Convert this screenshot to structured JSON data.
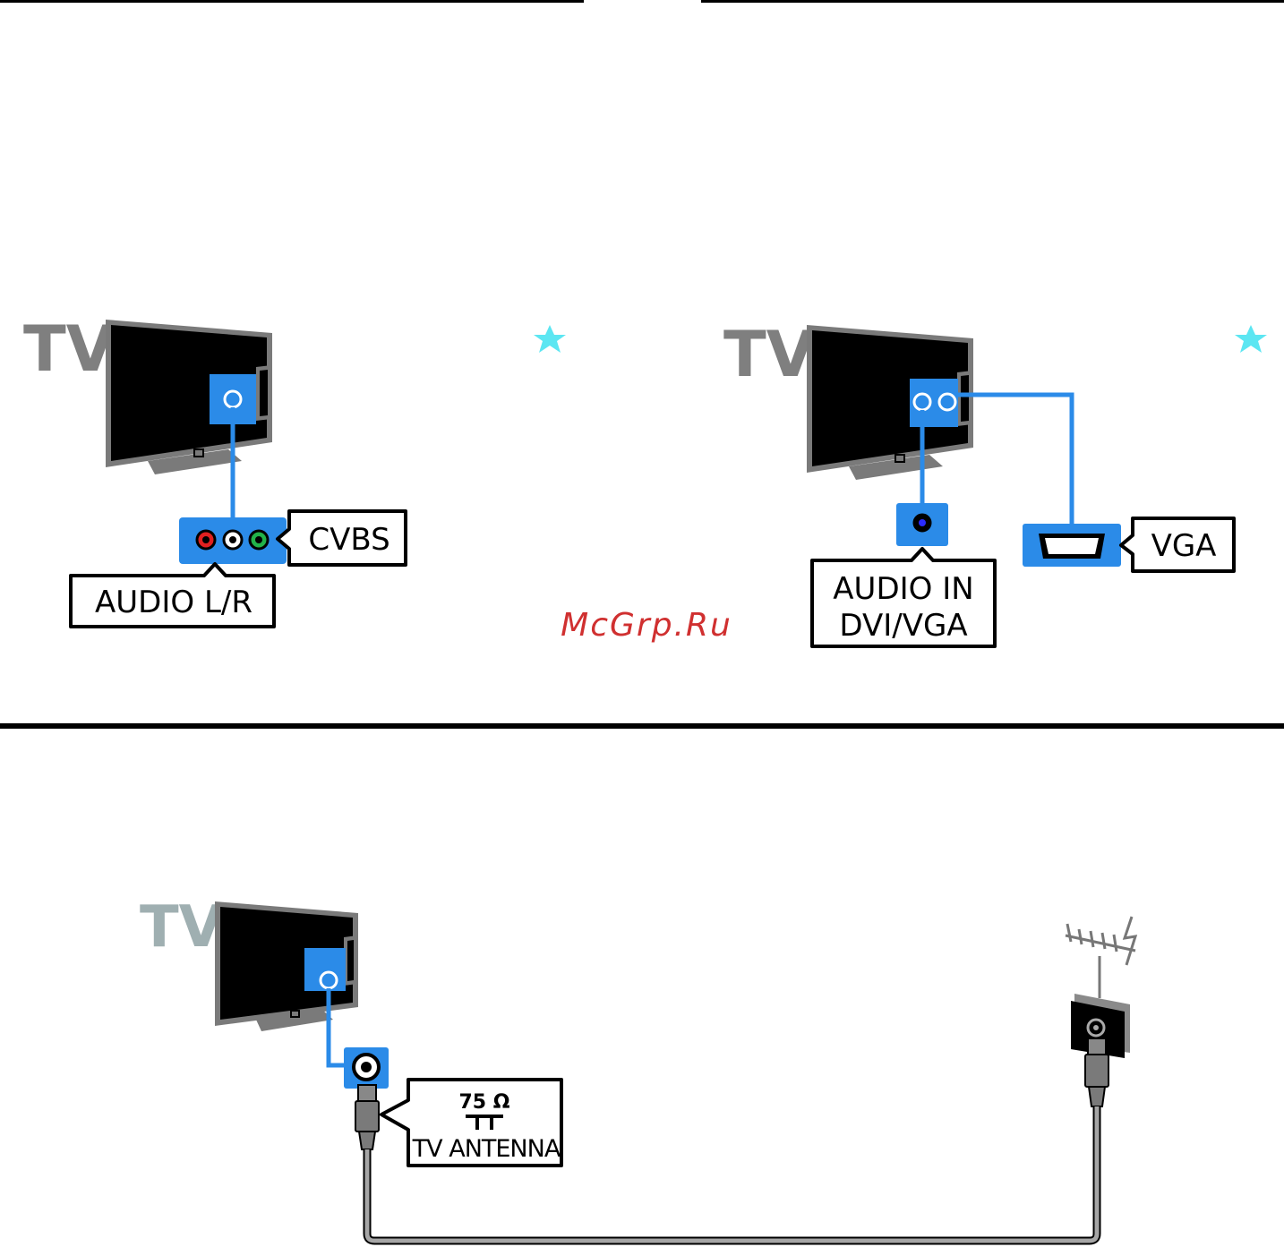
{
  "panel_cvbs": {
    "tv_label": "TV",
    "connector_label": "CVBS",
    "audio_label": "AUDIO L/R"
  },
  "panel_vga": {
    "tv_label": "TV",
    "audio_label_line1": "AUDIO IN",
    "audio_label_line2": "DVI/VGA",
    "connector_label": "VGA"
  },
  "panel_antenna": {
    "tv_label": "TV",
    "impedance": "75 Ω",
    "connector_label": "TV ANTENNA"
  },
  "watermark": "McGrp.Ru",
  "colors": {
    "tv_label_top": "#7f7f7f",
    "tv_label_bottom": "#9fafb1",
    "port_blue": "#2b8be8",
    "cable_blue": "#2b8be8",
    "star": "#5ce6f2",
    "audio_red": "#e02020",
    "audio_white": "#ffffff",
    "audio_green": "#22b24a",
    "cable_gray": "#a6a6a6",
    "watermark": "#d03030"
  },
  "icons": {
    "star": "star-icon",
    "tv": "tv-icon",
    "antenna": "antenna-icon"
  }
}
